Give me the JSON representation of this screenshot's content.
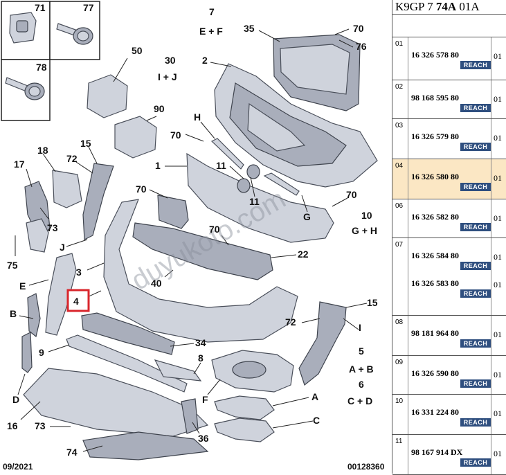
{
  "panel": {
    "header_prefix": "K9GP 7 ",
    "header_bold": "74A",
    "header_suffix": " 01A",
    "reach_label": "REACH",
    "rows": [
      {
        "num": "01",
        "items": [
          {
            "part": "16 326 578 80",
            "qty": "01"
          }
        ]
      },
      {
        "num": "02",
        "items": [
          {
            "part": "98 168 595 80",
            "qty": "01"
          }
        ]
      },
      {
        "num": "03",
        "items": [
          {
            "part": "16 326 579 80",
            "qty": "01"
          }
        ]
      },
      {
        "num": "04",
        "items": [
          {
            "part": "16 326 580 80",
            "qty": "01"
          }
        ],
        "selected": true
      },
      {
        "num": "06",
        "items": [
          {
            "part": "16 326 582 80",
            "qty": "01"
          }
        ]
      },
      {
        "num": "07",
        "items": [
          {
            "part": "16 326 584 80",
            "qty": "01"
          },
          {
            "part": "16 326 583 80",
            "qty": "01"
          }
        ]
      },
      {
        "num": "08",
        "items": [
          {
            "part": "98 181 964 80",
            "qty": "01"
          }
        ]
      },
      {
        "num": "09",
        "items": [
          {
            "part": "16 326 590 80",
            "qty": "01"
          }
        ]
      },
      {
        "num": "10",
        "items": [
          {
            "part": "16 331 224 80",
            "qty": "01"
          }
        ]
      },
      {
        "num": "11",
        "items": [
          {
            "part": "98 167 914 DX",
            "qty": "01"
          }
        ]
      }
    ]
  },
  "diagram": {
    "inset_labels": [
      "71",
      "77",
      "78"
    ],
    "callouts": [
      "35",
      "70",
      "76",
      "7",
      "E + F",
      "2",
      "50",
      "30",
      "I + J",
      "90",
      "H",
      "70",
      "1",
      "11",
      "11",
      "15",
      "18",
      "72",
      "17",
      "70",
      "73",
      "75",
      "J",
      "70",
      "22",
      "G",
      "70",
      "10",
      "G + H",
      "3",
      "40",
      "E",
      "4",
      "B",
      "15",
      "72",
      "I",
      "34",
      "9",
      "8",
      "5",
      "A + B",
      "6",
      "C + D",
      "F",
      "A",
      "D",
      "C",
      "16",
      "73",
      "36",
      "74"
    ],
    "footer_date": "09/2021",
    "footer_code": "00128360",
    "watermark": "duyukoto.com",
    "highlight_label": "4",
    "highlight_color": "#d9262c"
  }
}
